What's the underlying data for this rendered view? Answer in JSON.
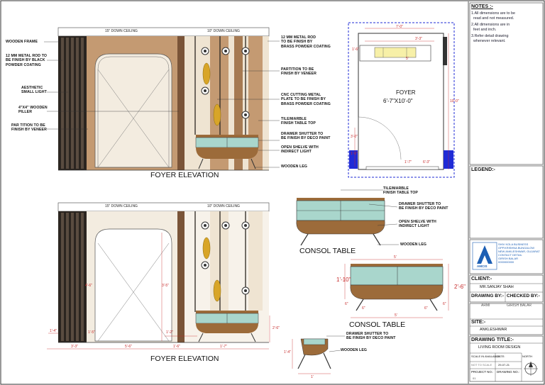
{
  "sheet": {
    "notes": {
      "heading": "NOTES :-",
      "items": [
        "1.All dimensions are to be\n  read and not measured.",
        "2.All dimensions are in\n  feet and inch.",
        "3.Refer detail drawing\n  whenever relevant."
      ]
    },
    "legend_heading": "LEGEND:-",
    "firm_block": "SHIV KOLA BUSINESS\nOPP.KRISHNA BUNGALOW\nNEW ANKLESHWAR, GUJARAT\nCONTACT DETAIL\nGIRISH BALAR\n0000000000",
    "firm_logo_text": "AMCIS",
    "client_label": "CLIENT:-",
    "client_name": "MR.SANJAY SHAH",
    "drawn_by_label": "DRAWING BY:-",
    "checked_by_label": "CHECKED BY:-",
    "drawn_by": "ARMI",
    "checked_by": "GIRISH BALAR",
    "site_label": "SITE:-",
    "site": "ANKLESHWAR",
    "drawing_title_label": "DRAWING TITLE:-",
    "drawing_title": "LIVING ROOM DESIGN",
    "scale_label": "SCALE IN AVAILABLE",
    "scale_value": "NOT TO SCALE",
    "date_label": "DATE:",
    "date_value": "29-07-21",
    "north_label": "NORTH",
    "project_no_label": "PROJECT NO.:",
    "drawing_no_label": "DRAWING NO.:",
    "project_no": "01"
  },
  "elevation_top": {
    "title": "FOYER ELEVATION",
    "ceiling_left": "15\" DOWN CEILING",
    "ceiling_right": "10\" DOWN CEILING",
    "left_labels": [
      "WOODEN FRAME",
      "12 MM METAL ROD TO\nBE FINISH BY BLACK\nPOWDER COATING",
      "AESTHETIC\nSMALL LIGHT",
      "4\"X4\" WOODEN\nPILLER",
      "PAR TITION TO BE\nFINISH BY VENEER"
    ],
    "right_labels": [
      "12 MM METAL ROD\nTO BE FINISH BY\nBRASS POWDER COATING",
      "PARTITION TO BE\nFINISH BY VENEER",
      "CNC CUTTING METAL\nPLATE TO BE FINISH BY\nBRASS POWDER COATING",
      "TILE/MARBLE\nFINISH TABLE TOP",
      "DRAWER SHUTTER TO\nBE FINISH BY DECO PAINT",
      "OPEN SHELVE WITH\nINDIRECT LIGHT",
      "WOODEN LEG"
    ]
  },
  "plan": {
    "room_label": "FOYER",
    "room_size": "6'-7\"X10'-0\"",
    "dims": [
      "7'-0\"",
      "3'-3\"",
      "5'",
      "1'-6\"",
      "10'-0\"",
      "3'-0\"",
      "1'-6\"",
      "1'-7\"",
      "6'-3\""
    ]
  },
  "elevation_bottom": {
    "title": "FOYER ELEVATION",
    "ceiling_left": "15\" DOWN CEILING",
    "ceiling_right": "10\" DOWN CEILING",
    "dims": [
      "3'-3\"",
      "5'-6\"",
      "1'-6\"",
      "1'-7\"",
      "1'-2\"",
      "3'-5\"",
      "4'-6\"",
      "1'-4\"",
      "1'-5\"",
      "2'-6\""
    ]
  },
  "console_top": {
    "title": "CONSOL TABLE",
    "labels": [
      "TILE/MARBLE\nFINISH TABLE TOP",
      "DRAWER SHUTTER TO\nBE FINISH BY DECO PAINT",
      "OPEN SHELVE WITH\nINDIRECT LIGHT",
      "WOODEN LEG"
    ]
  },
  "console_bottom": {
    "title": "CONSOL TABLE",
    "dims": [
      "5'",
      "1'-10\"",
      "2'-6\"",
      "6\"",
      "6\"",
      "6\"",
      "6\"",
      "5'"
    ]
  },
  "side_detail": {
    "labels": [
      "DRAWER SHUTTER TO\nBE FINISH BY DECO PAINT",
      "WOODEN LEG"
    ],
    "dims": [
      "1'-4\"",
      "1'"
    ]
  },
  "colors": {
    "veneer": "#c49a72",
    "wall_light": "#f3ece0",
    "rod_black": "#2b2520",
    "brass": "#d8a528",
    "console_green": "#a9d6cc",
    "console_wood": "#9c6b3a",
    "plan_blue": "#1f2bd6",
    "dim_red": "#c62a2a",
    "logo_blue": "#1d5fb4"
  }
}
